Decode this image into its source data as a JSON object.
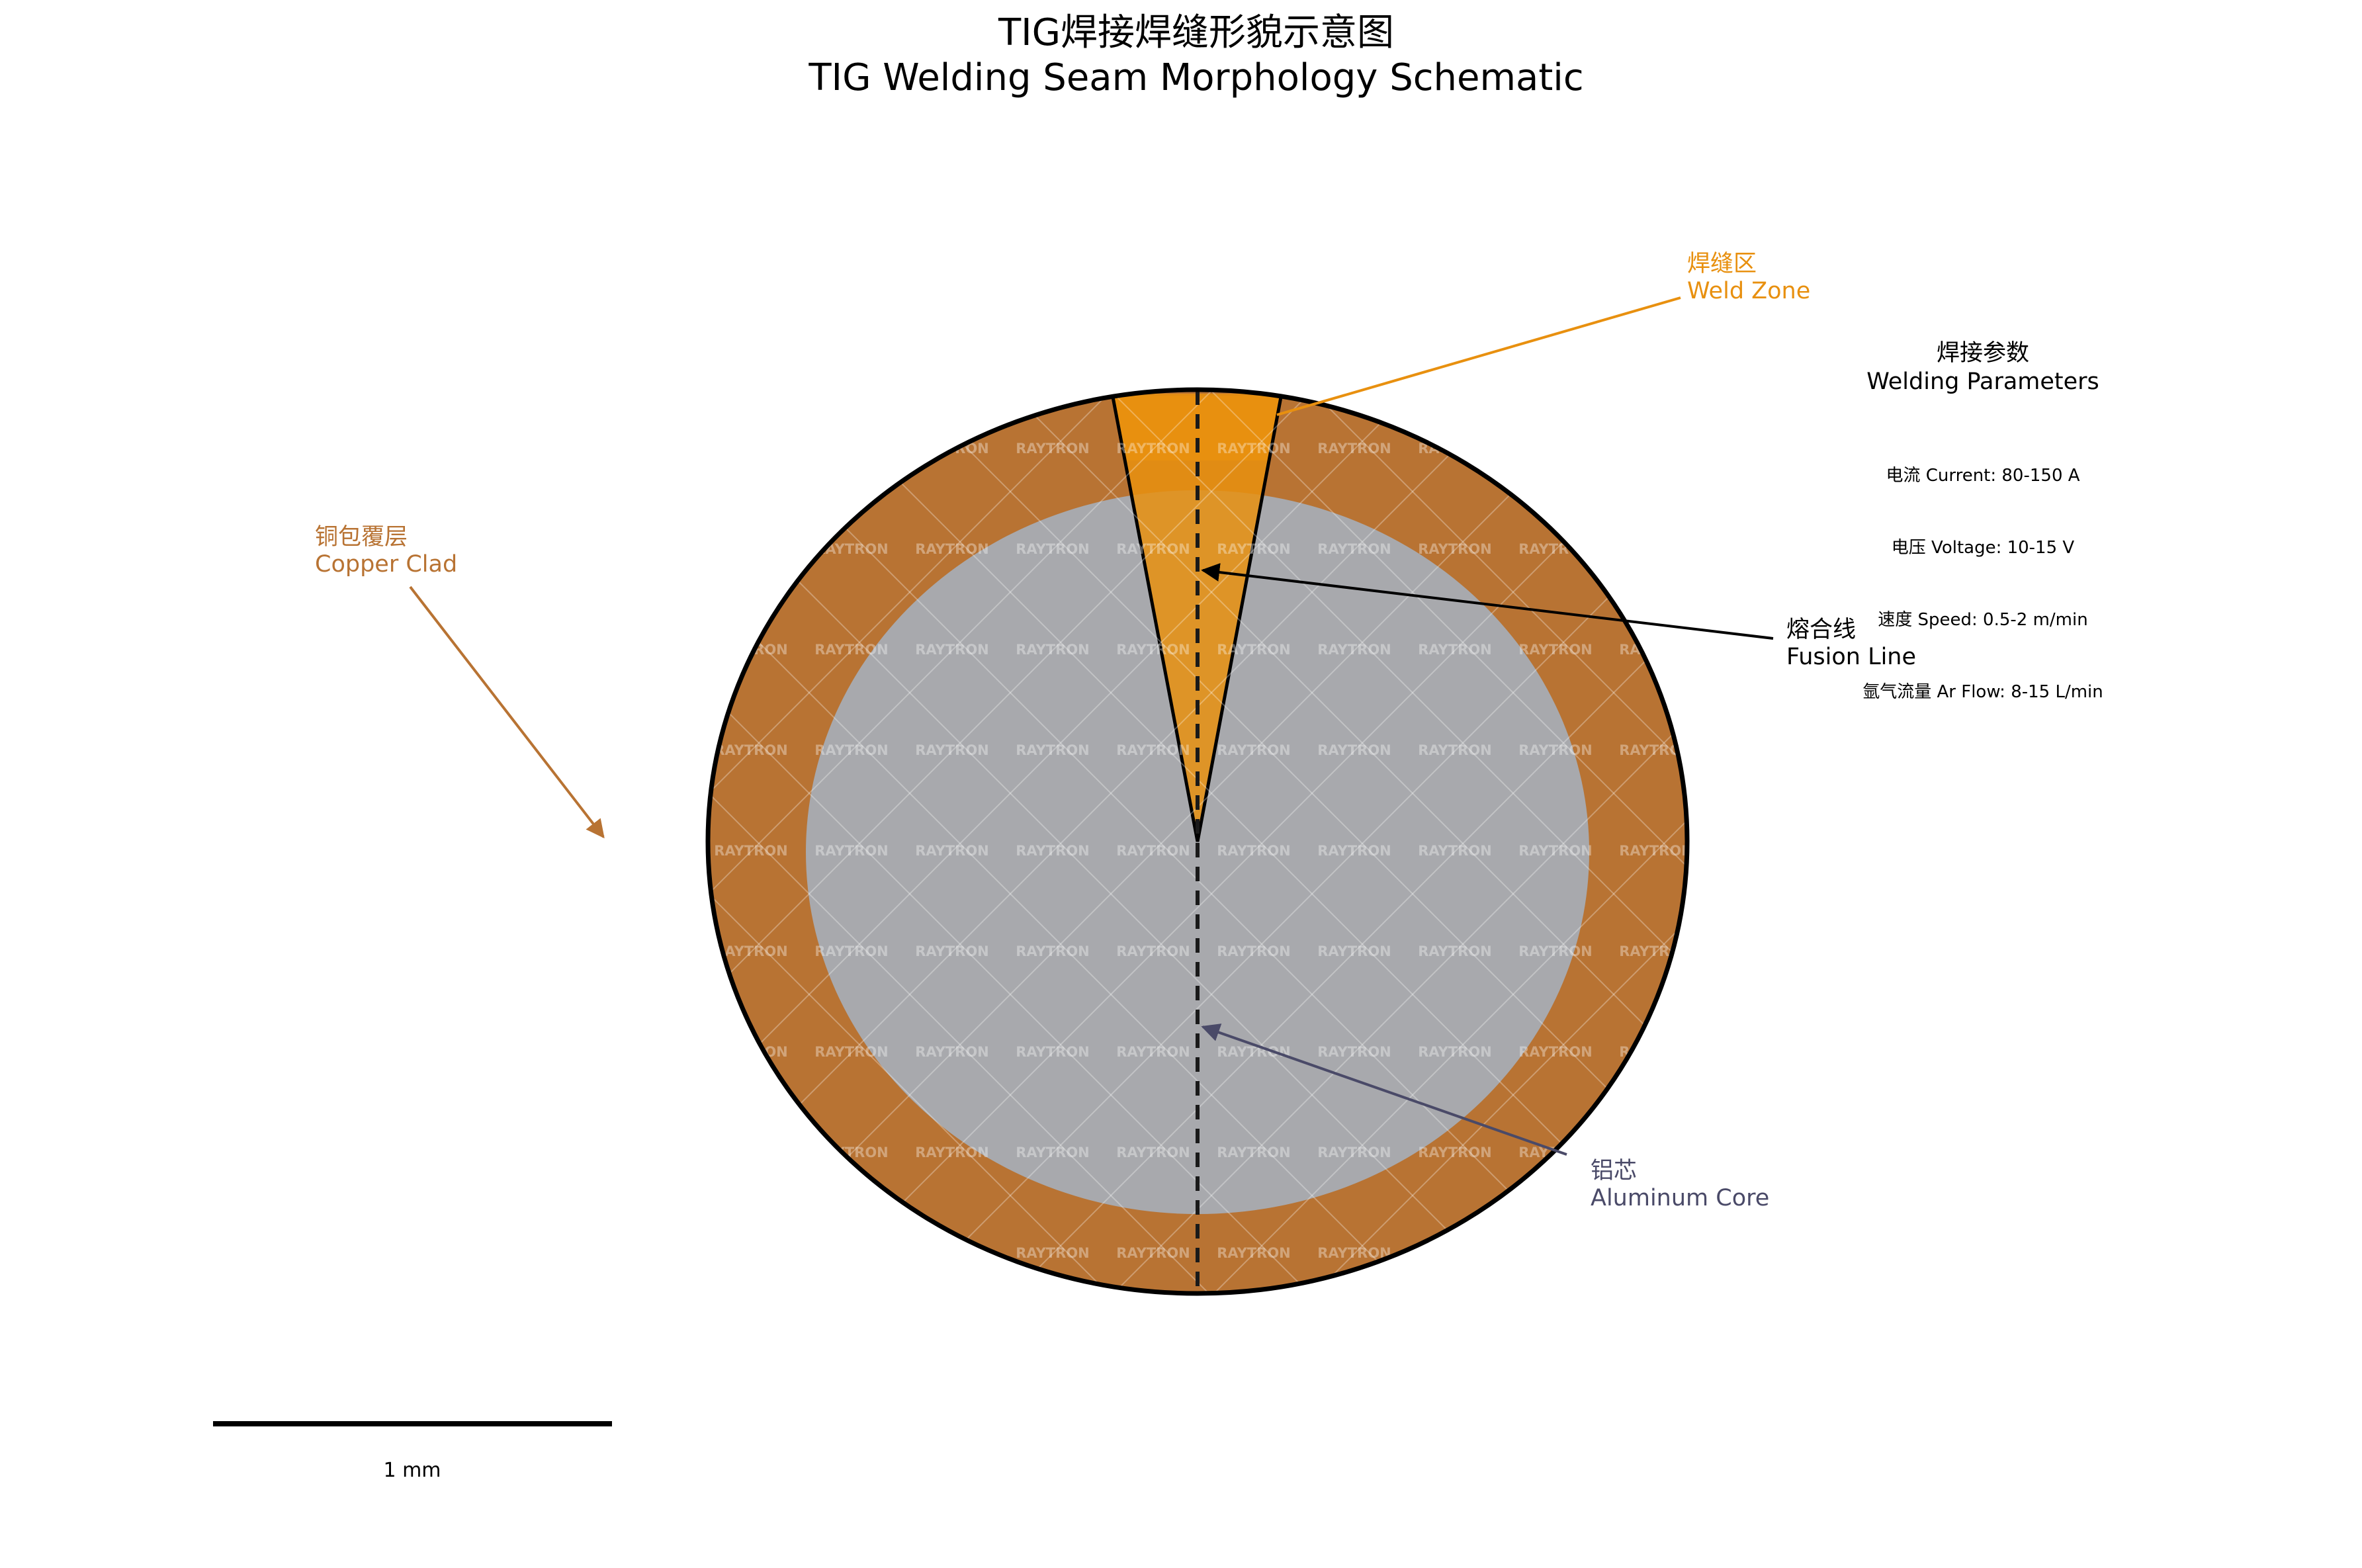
{
  "title": {
    "zh": "TIG焊接焊缝形貌示意图",
    "en": "TIG Welding Seam Morphology Schematic"
  },
  "labels": {
    "weld_zone": {
      "zh": "焊缝区",
      "en": "Weld Zone",
      "color": "#E8900F"
    },
    "copper_clad": {
      "zh": "铜包覆层",
      "en": "Copper Clad",
      "color": "#B87333"
    },
    "fusion_line": {
      "zh": "熔合线",
      "en": "Fusion Line",
      "color": "#000000"
    },
    "aluminum_core": {
      "zh": "铝芯",
      "en": "Aluminum Core",
      "color": "#4A4A68"
    }
  },
  "parameters": {
    "title_zh": "焊接参数",
    "title_en": "Welding Parameters",
    "items": [
      "电流 Current: 80-150 A",
      "电压 Voltage: 10-15 V",
      "速度 Speed: 0.5-2 m/min",
      "氩气流量 Ar Flow: 8-15 L/min"
    ]
  },
  "scale_bar": {
    "label": "1 mm"
  },
  "watermark": {
    "text": "RAYTRON"
  },
  "colors": {
    "copper": "#B87333",
    "aluminum": "#A8A9AD",
    "weld": "#E8900F",
    "outline": "#000000"
  }
}
